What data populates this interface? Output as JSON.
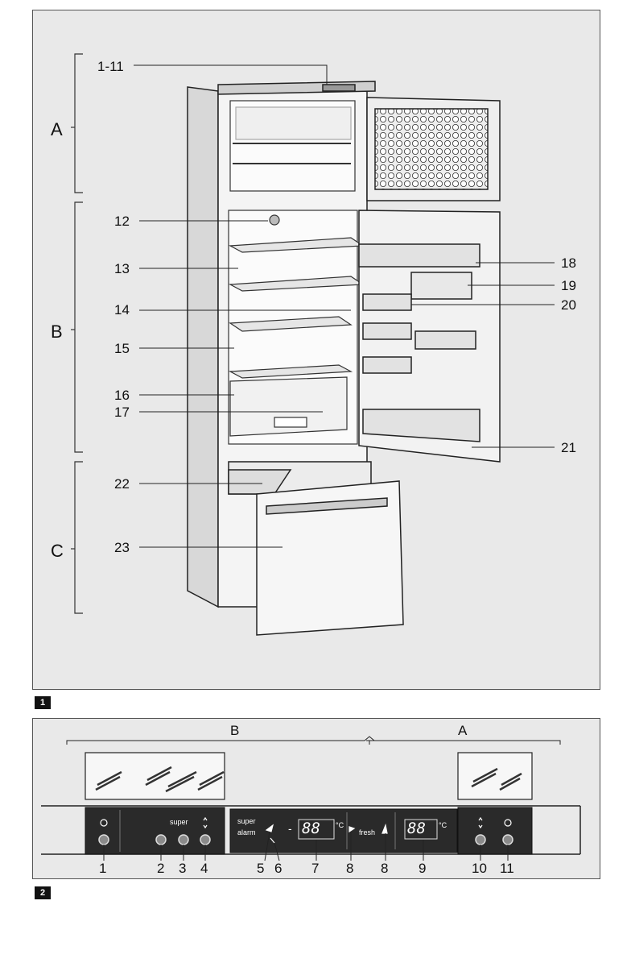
{
  "figure1": {
    "fig_number": "1",
    "sections": [
      "A",
      "B",
      "C"
    ],
    "callouts": [
      "1-11",
      "12",
      "13",
      "14",
      "15",
      "16",
      "17",
      "22",
      "23",
      "18",
      "19",
      "20",
      "21"
    ]
  },
  "figure2": {
    "fig_number": "2",
    "zones": [
      "B",
      "A"
    ],
    "panel_text": {
      "super": "super",
      "super_alarm_1": "super",
      "super_alarm_2": "alarm",
      "fresh": "fresh",
      "display": "88",
      "unit": "°C",
      "dash": "-"
    },
    "button_numbers": [
      "1",
      "2",
      "3",
      "4",
      "5",
      "6",
      "7",
      "8",
      "8",
      "9",
      "10",
      "11"
    ]
  }
}
